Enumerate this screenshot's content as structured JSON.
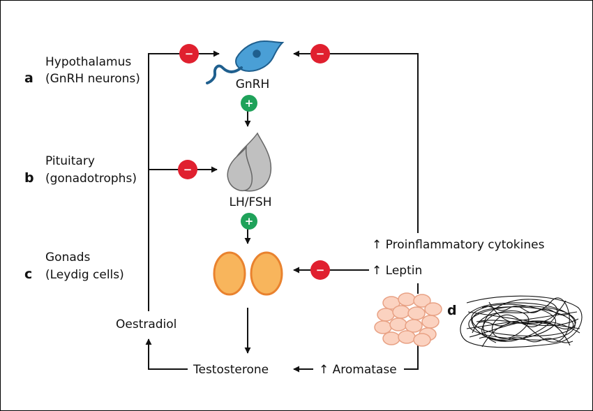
{
  "levels": {
    "a": {
      "letter": "a",
      "line1": "Hypothalamus",
      "line2": "(GnRH neurons)"
    },
    "b": {
      "letter": "b",
      "line1": "Pituitary",
      "line2": "(gonadotrophs)"
    },
    "c": {
      "letter": "c",
      "line1": "Gonads",
      "line2": "(Leydig cells)"
    },
    "d": {
      "letter": "d"
    }
  },
  "hormones": {
    "gnrh": "GnRH",
    "lhfsh": "LH/FSH",
    "testosterone": "Testosterone",
    "oestradiol": "Oestradiol"
  },
  "adipose": {
    "cytokines": "↑ Proinflammatory cytokines",
    "leptin": "↑ Leptin",
    "aromatase": "↑ Aromatase"
  },
  "signs": {
    "inhibit": "−",
    "stimulate": "+"
  },
  "colors": {
    "inhibit": "#e0202f",
    "stimulate": "#1fa25a",
    "neuron": "#4a9fd6",
    "neuron_outline": "#1f5f8e",
    "pituitary": "#c0c0c0",
    "gonad": "#f8b55c",
    "gonad_outline": "#e9822e",
    "fat": "#fbd2c0",
    "fat_outline": "#e8a184"
  }
}
